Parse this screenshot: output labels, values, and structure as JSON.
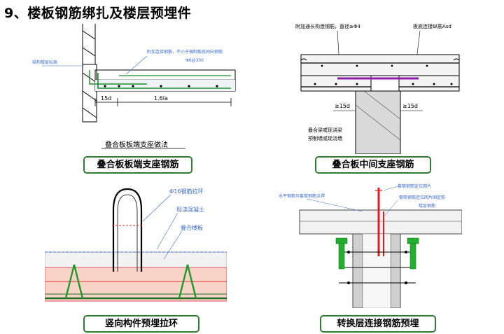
{
  "page": {
    "title": "9、楼板钢筋绑扎及楼层预埋件"
  },
  "panels": {
    "top_left": {
      "caption": "叠合板板端支座钢筋",
      "drawing_title": "叠合板板端支座做法",
      "dim_left": "15d",
      "dim_right": "1.6la",
      "note_left": "结构楼层标高",
      "note_right_1": "附加连接钢筋，不小于預制板底同向钢筋",
      "note_right_2": "Φ6@300"
    },
    "top_right": {
      "caption": "叠合板中间支座钢筋",
      "label_left": "附加通长构造钢筋，直径≥Φ4",
      "label_right": "板底连接纵筋Asd",
      "dim_left": "≥15d",
      "dim_right": "≥15d",
      "label_bottom_1": "叠合梁或现浇梁",
      "label_bottom_2": "预制墙或现浇墙"
    },
    "bottom_left": {
      "caption": "竖向构件预埋拉环",
      "label_1": "Φ16钢筋拉环",
      "label_2": "现浇混凝土",
      "label_3": "叠合楼板"
    },
    "bottom_right": {
      "caption": "转换层连接钢筋预埋",
      "label_1": "套筒钢筋定位网片",
      "label_2": "水平钢筋与套筒钢筋点焊",
      "label_3": "套筒钢筋定位网片固定筋",
      "label_4": "楼层钢筋"
    }
  }
}
